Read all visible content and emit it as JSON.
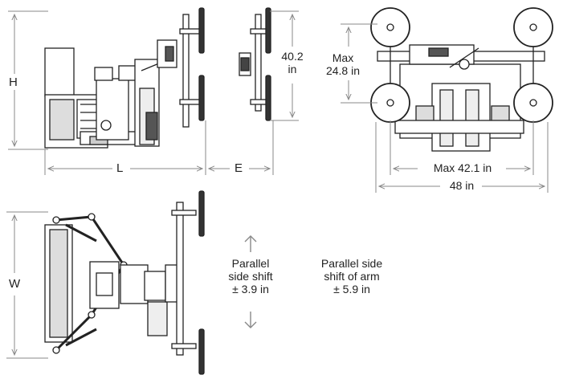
{
  "colors": {
    "line": "#222222",
    "dim": "#888888",
    "fill": "#ffffff",
    "dark": "#333333"
  },
  "labels": {
    "height": "H",
    "length": "L",
    "extension": "E",
    "width": "W",
    "cup_spacing_value": "40.2",
    "cup_spacing_unit": "in",
    "max_vertical_line1": "Max",
    "max_vertical_line2": "24.8 in",
    "max_width": "Max 42.1 in",
    "overall_width": "48 in",
    "parallel_shift_line1": "Parallel",
    "parallel_shift_line2": "side shift",
    "parallel_shift_line3": "± 3.9 in",
    "arm_shift_line1": "Parallel side",
    "arm_shift_line2": "shift of arm",
    "arm_shift_line3": "± 5.9 in"
  },
  "icons": {
    "up": "arrow-up-icon",
    "down": "arrow-down-icon"
  }
}
